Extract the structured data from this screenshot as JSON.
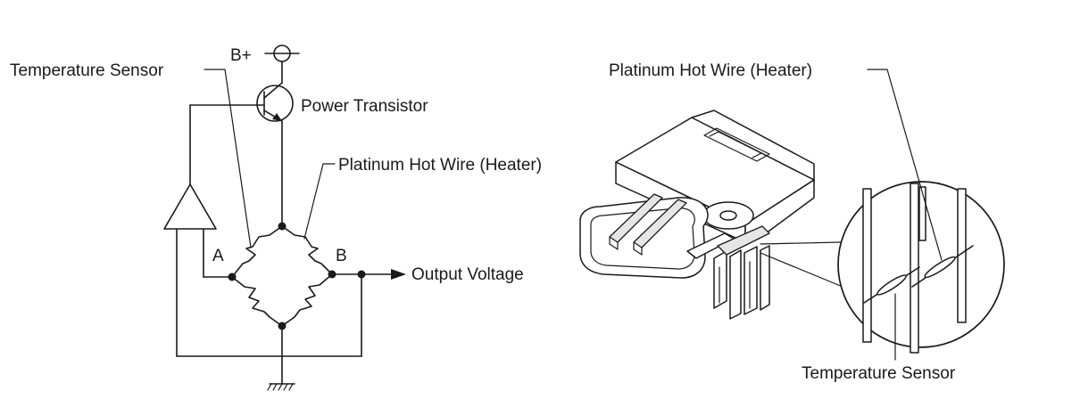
{
  "circuit": {
    "supply_label": "B+",
    "temp_sensor_label": "Temperature Sensor",
    "transistor_label": "Power Transistor",
    "hot_wire_label": "Platinum Hot Wire (Heater)",
    "node_a_label": "A",
    "node_b_label": "B",
    "output_label": "Output Voltage"
  },
  "sensor": {
    "hot_wire_label": "Platinum Hot Wire (Heater)",
    "temp_sensor_label": "Temperature Sensor"
  }
}
